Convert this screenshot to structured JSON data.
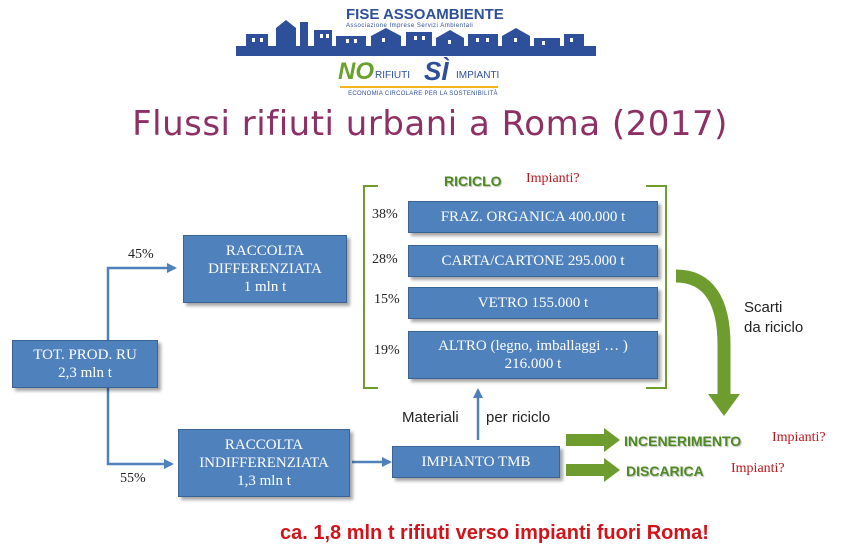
{
  "logo": {
    "org_name": "FISE ASSOAMBIENTE",
    "org_sub": "Associazione Imprese Servizi Ambientali",
    "campaign_no": "NO",
    "campaign_rifiuti": "RIFIUTI",
    "campaign_si": "SÌ",
    "campaign_impianti": "IMPIANTI",
    "campaign_tagline": "ECONOMIA CIRCOLARE PER LA SOSTENIBILITÀ",
    "colors": {
      "blue": "#2e4f9a",
      "green": "#6aa12c",
      "yellow": "#f2b51c"
    }
  },
  "title": "Flussi rifiuti urbani a Roma (2017)",
  "total": {
    "line1": "TOT. PROD. RU",
    "line2": "2,3 mln t"
  },
  "split": {
    "differenziata_pct": "45%",
    "indifferenziata_pct": "55%"
  },
  "differenziata": {
    "line1": "RACCOLTA",
    "line2": "DIFFERENZIATA",
    "line3": "1 mln t"
  },
  "indifferenziata": {
    "line1": "RACCOLTA",
    "line2": "INDIFFERENZIATA",
    "line3": "1,3 mln t"
  },
  "riciclo": {
    "title": "RICICLO",
    "note": "Impianti?",
    "items": [
      {
        "pct": "38%",
        "label": "FRAZ. ORGANICA 400.000 t"
      },
      {
        "pct": "28%",
        "label": "CARTA/CARTONE 295.000 t"
      },
      {
        "pct": "15%",
        "label": "VETRO  155.000 t"
      },
      {
        "pct": "19%",
        "label": "ALTRO (legno, imballaggi … )",
        "label2": "216.000 t"
      }
    ]
  },
  "scarti": {
    "line1": "Scarti",
    "line2": "da riciclo"
  },
  "tmb": {
    "label": "IMPIANTO TMB",
    "materiali": "Materiali",
    "per_riciclo": "per riciclo"
  },
  "incenerimento": {
    "label": "INCENERIMENTO",
    "note": "Impianti?"
  },
  "discarica": {
    "label": "DISCARICA",
    "note": "Impianti?"
  },
  "footer": "ca. 1,8 mln t rifiuti verso impianti fuori Roma!",
  "colors": {
    "box": "#4f81bd",
    "arrow_green": "#6e9c2f",
    "arrow_blue": "#4f81bd",
    "title": "#8e3066",
    "red": "#c0151b"
  }
}
